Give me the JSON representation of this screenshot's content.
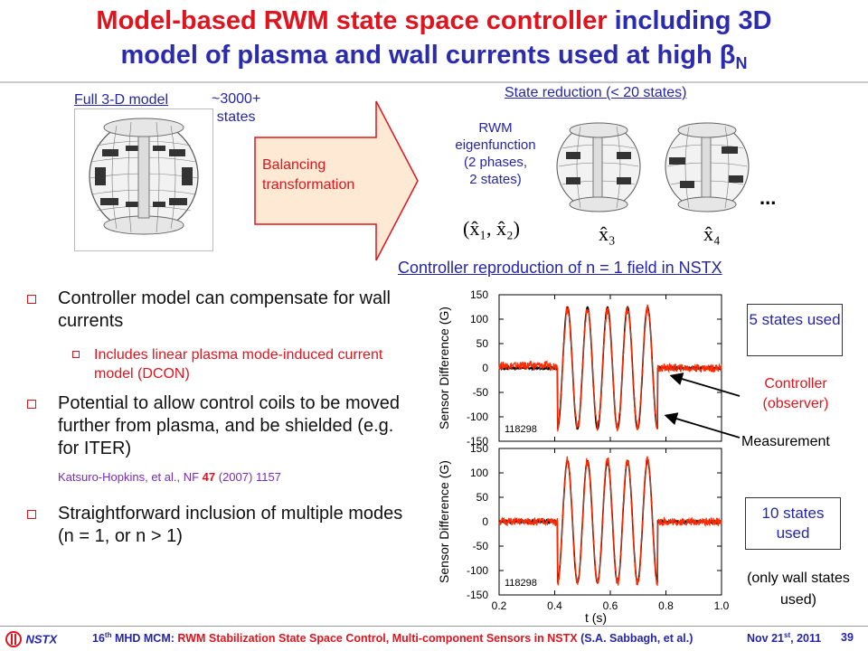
{
  "title": {
    "part1_red": "Model-based RWM state space controller",
    "part2_blue": "including 3D",
    "line2": "model of plasma and wall currents used at high",
    "beta_symbol": "β",
    "beta_sub": "N"
  },
  "model": {
    "full_label": "Full 3-D model",
    "states_top": "~3000+",
    "states_bottom": "states",
    "transform_line1": "Balancing",
    "transform_line2": "transformation",
    "reduction_label": "State reduction (< 20 states)",
    "rwm_lines": [
      "RWM",
      "eigenfunction",
      "(2 phases,",
      "2 states)"
    ],
    "ellipsis": "...",
    "x12": "(x̂₁, x̂₂)",
    "x3": "x̂₃",
    "x4": "x̂₄"
  },
  "bullets": [
    {
      "text": "Controller model can compensate for wall currents"
    },
    {
      "text": "Potential to allow control coils to be moved further from plasma, and be shielded (e.g. for ITER)"
    },
    {
      "text": "Straightforward inclusion of multiple modes (n = 1, or n > 1)"
    }
  ],
  "sub_bullet": "Includes linear plasma mode-induced current model (DCON)",
  "citation": {
    "prefix": "Katsuro-Hopkins, et al., NF ",
    "vol": "47",
    "suffix": " (2007) 1157"
  },
  "chart_section_title": "Controller reproduction of n = 1 field in NSTX",
  "annotations": {
    "box1": "5 states used",
    "box2": "10 states used",
    "controller": "Controller (observer)",
    "measurement": "Measurement",
    "only_wall": "(only wall states used)"
  },
  "chart_data": [
    {
      "type": "line",
      "shot": "118298",
      "ylabel": "Sensor Difference (G)",
      "xlabel": "",
      "xlim": [
        0.2,
        1.0
      ],
      "ylim": [
        -150,
        150
      ],
      "yticks": [
        "150",
        "100",
        "50",
        "0",
        "-50",
        "-100",
        "-150"
      ],
      "xticks": [],
      "series": [
        {
          "name": "Measurement",
          "color": "#000000",
          "description_values": {
            "baseline_before": 0,
            "burst_start": 0.41,
            "burst_end": 0.77,
            "cycles": 5,
            "amplitude": 125
          }
        },
        {
          "name": "Controller (observer)",
          "color": "#ff2a00",
          "description_values": {
            "baseline_before": 5,
            "burst_start": 0.41,
            "burst_end": 0.77,
            "cycles": 5,
            "amplitude": 120
          }
        }
      ]
    },
    {
      "type": "line",
      "shot": "118298",
      "ylabel": "Sensor Difference (G)",
      "xlabel": "t (s)",
      "xlim": [
        0.2,
        1.0
      ],
      "ylim": [
        -150,
        150
      ],
      "yticks": [
        "150",
        "100",
        "50",
        "0",
        "-50",
        "-100",
        "-150"
      ],
      "xticks": [
        "0.2",
        "0.4",
        "0.6",
        "0.8",
        "1.0"
      ],
      "series": [
        {
          "name": "Measurement",
          "color": "#000000",
          "description_values": {
            "baseline_before": 0,
            "burst_start": 0.41,
            "burst_end": 0.77,
            "cycles": 5,
            "amplitude": 125
          }
        },
        {
          "name": "Controller (observer)",
          "color": "#ff2a00",
          "description_values": {
            "baseline_before": 0,
            "burst_start": 0.41,
            "burst_end": 0.77,
            "cycles": 5,
            "amplitude": 125
          }
        }
      ]
    }
  ],
  "footer": {
    "logo": "NSTX",
    "conf_sup": "th",
    "conf_num": "16",
    "conf": "MHD MCM:",
    "talk": "RWM Stabilization State Space Control, Multi-component Sensors in NSTX",
    "author": "(S.A. Sabbagh, et al.)",
    "date_pre": "Nov 21",
    "date_sup": "st",
    "date_post": ", 2011",
    "page": "39"
  },
  "colors": {
    "accent_red": "#e0141e",
    "text_blue": "#2b2bb0",
    "arrow_fill": "#fde9d4",
    "arrow_border": "#e0141e"
  }
}
